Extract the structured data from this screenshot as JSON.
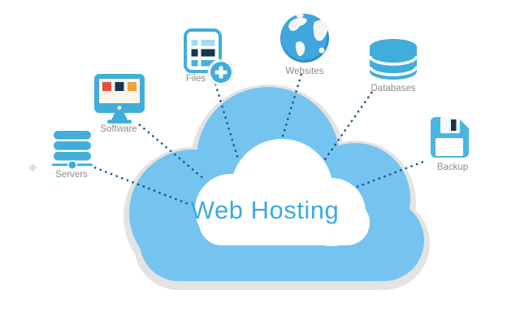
{
  "title": "Web Hosting",
  "nodes": [
    {
      "id": "servers",
      "label": "Servers",
      "icon": "server-stack-icon"
    },
    {
      "id": "software",
      "label": "Software",
      "icon": "monitor-icon"
    },
    {
      "id": "files",
      "label": "Files",
      "icon": "document-add-icon"
    },
    {
      "id": "websites",
      "label": "Websites",
      "icon": "globe-icon"
    },
    {
      "id": "databases",
      "label": "Databases",
      "icon": "database-stack-icon"
    },
    {
      "id": "backup",
      "label": "Backup",
      "icon": "floppy-disk-icon"
    }
  ],
  "colors": {
    "cloud_blue": "#74C4EF",
    "cloud_shadow": "#E3E3E3",
    "inner_cloud": "#FFFFFF",
    "title_text": "#3FA9E0",
    "icon_blue": "#41ADDC",
    "icon_light_blue": "#A6D9F1",
    "icon_navy": "#17364E",
    "accent_red": "#E8503A",
    "accent_orange": "#F0A13C",
    "connector": "#0E5680",
    "label_text": "#8C8C8C",
    "screen_cream": "#FAF6EA",
    "globe_ocean": "#3FA6DE",
    "globe_rim": "#2E8FC4",
    "floppy_blue": "#4AB5E4"
  }
}
